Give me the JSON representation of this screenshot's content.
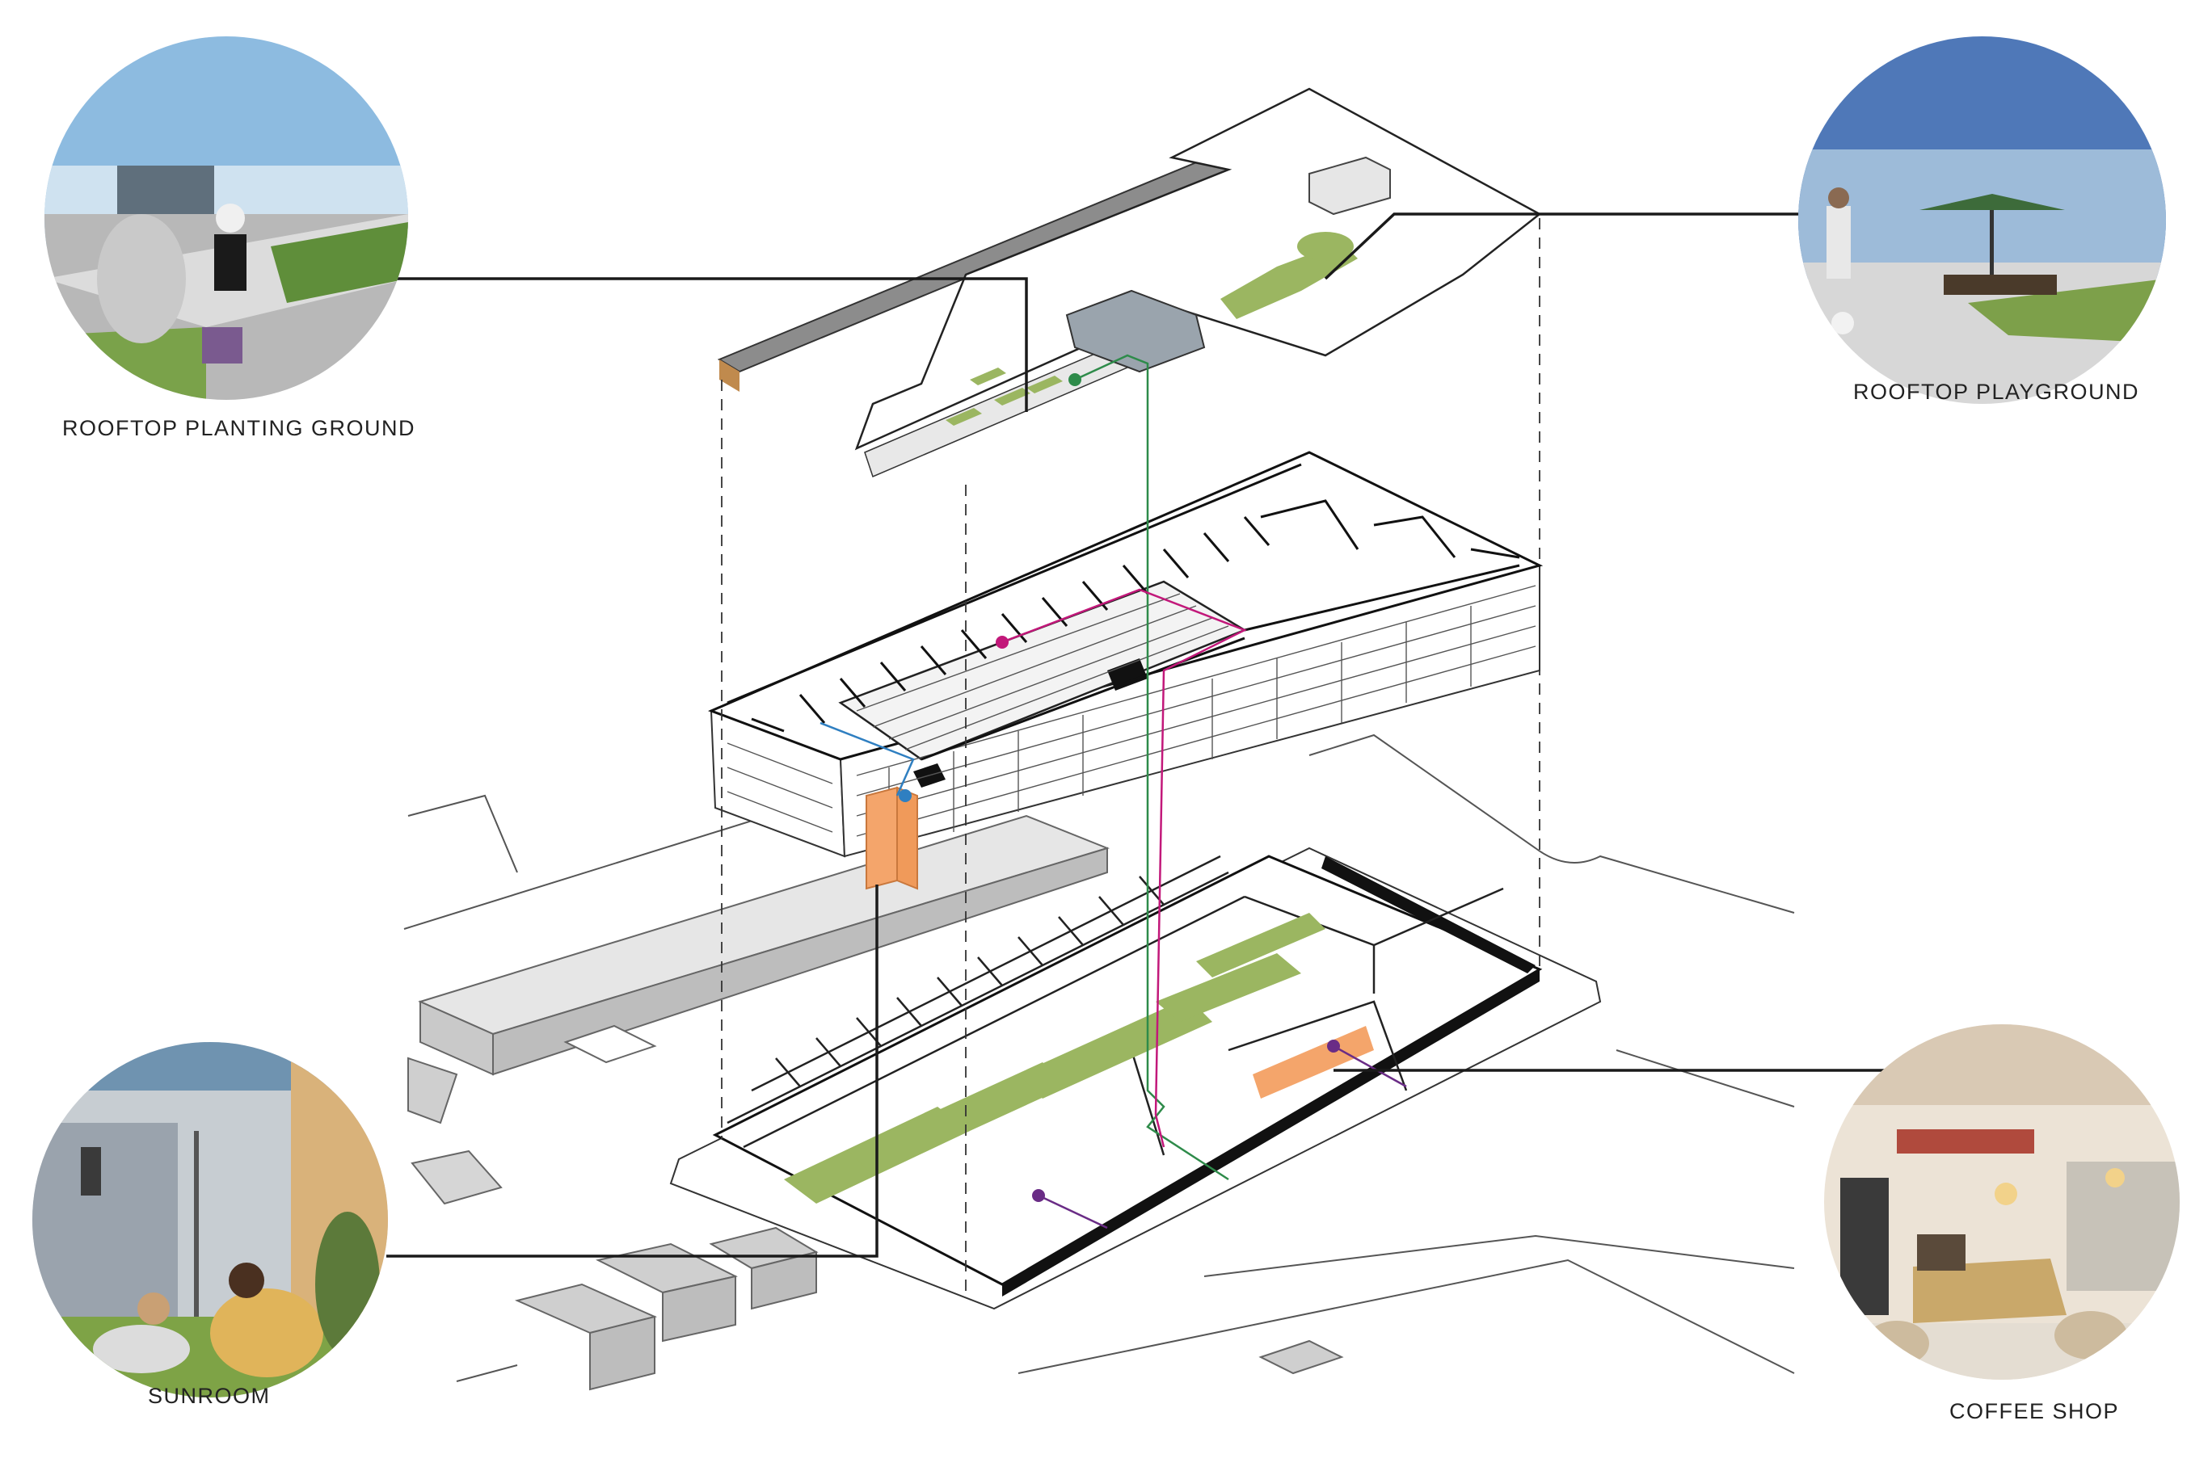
{
  "callouts": {
    "rooftop_planting": {
      "label": "ROOFTOP PLANTING GROUND"
    },
    "rooftop_playground": {
      "label": "ROOFTOP PLAYGROUND"
    },
    "sunroom": {
      "label": "SUNROOM"
    },
    "coffee_shop": {
      "label": "COFFEE SHOP"
    }
  },
  "colors": {
    "green_space": "#9bb661",
    "orange_space": "#f4a56b",
    "circulation_green": "#2e8b4a",
    "circulation_magenta": "#c2187a",
    "circulation_blue": "#2f7fc1",
    "circulation_purple": "#6a2c86",
    "site_gray": "#d9d9d9",
    "ink": "#1a1a1a"
  }
}
